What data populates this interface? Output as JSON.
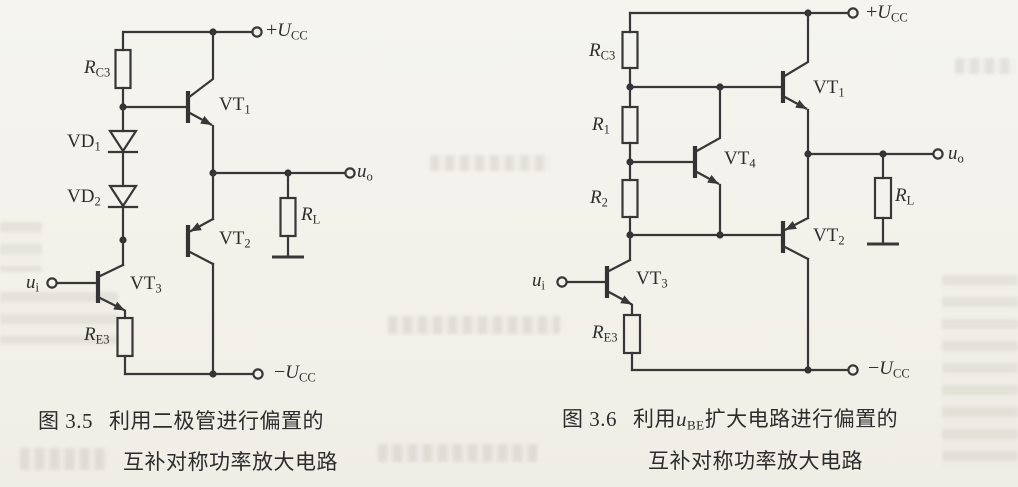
{
  "colors": {
    "ink": "#373737",
    "paper": "#f2f1ea"
  },
  "fig35": {
    "labels": {
      "ucc_pos": {
        "sign": "+",
        "main": "U",
        "sub": "CC"
      },
      "ucc_neg": {
        "sign": "−",
        "main": "U",
        "sub": "CC"
      },
      "rc3": {
        "main": "R",
        "sub": "C3"
      },
      "vd1": {
        "main": "VD",
        "sub": "1"
      },
      "vd2": {
        "main": "VD",
        "sub": "2"
      },
      "vt1": {
        "main": "VT",
        "sub": "1"
      },
      "vt2": {
        "main": "VT",
        "sub": "2"
      },
      "vt3": {
        "main": "VT",
        "sub": "3"
      },
      "re3": {
        "main": "R",
        "sub": "E3"
      },
      "rl": {
        "main": "R",
        "sub": "L"
      },
      "ui": {
        "main": "u",
        "sub": "i"
      },
      "uo": {
        "main": "u",
        "sub": "o"
      }
    },
    "caption": {
      "fig_no": "图 3.5",
      "line1": "利用二极管进行偏置的",
      "line2": "互补对称功率放大电路"
    }
  },
  "fig36": {
    "labels": {
      "ucc_pos": {
        "sign": "+",
        "main": "U",
        "sub": "CC"
      },
      "ucc_neg": {
        "sign": "−",
        "main": "U",
        "sub": "CC"
      },
      "rc3": {
        "main": "R",
        "sub": "C3"
      },
      "r1": {
        "main": "R",
        "sub": "1"
      },
      "r2": {
        "main": "R",
        "sub": "2"
      },
      "vt1": {
        "main": "VT",
        "sub": "1"
      },
      "vt2": {
        "main": "VT",
        "sub": "2"
      },
      "vt3": {
        "main": "VT",
        "sub": "3"
      },
      "vt4": {
        "main": "VT",
        "sub": "4"
      },
      "re3": {
        "main": "R",
        "sub": "E3"
      },
      "rl": {
        "main": "R",
        "sub": "L"
      },
      "ui": {
        "main": "u",
        "sub": "i"
      },
      "uo": {
        "main": "u",
        "sub": "o"
      }
    },
    "caption": {
      "fig_no": "图 3.6",
      "line1_pre": "利用",
      "line1_var_main": "u",
      "line1_var_sub": "BE",
      "line1_post": "扩大电路进行偏置的",
      "line2": "互补对称功率放大电路"
    }
  }
}
